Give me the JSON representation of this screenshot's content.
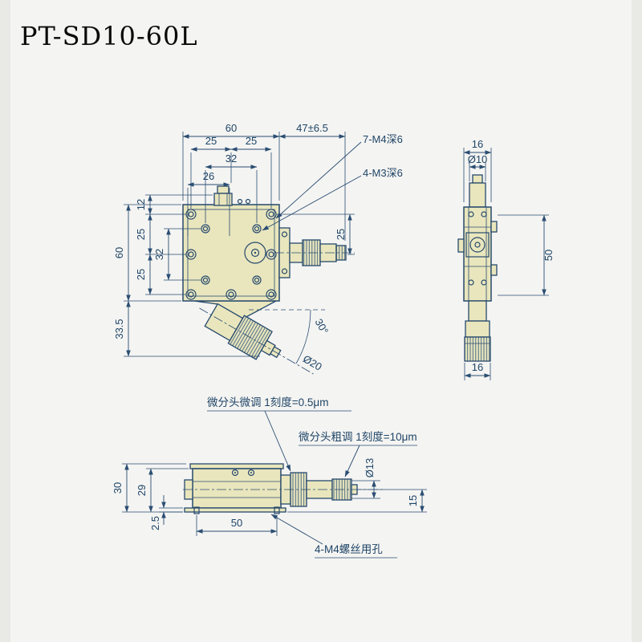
{
  "title": "PT-SD10-60L",
  "colors": {
    "line": "#26496d",
    "dimension": "#2a4d72",
    "body_fill": "#e9e6bd",
    "background": "#f4f4f2",
    "text": "#1e4467"
  },
  "front_view": {
    "dims": {
      "width_top": "60",
      "travel": "47±6.5",
      "hole_span_left": "25",
      "hole_span_right": "25",
      "hole_span_inner": "32",
      "offset_26": "26",
      "offset_12": "12",
      "row_span_top": "25",
      "row_span_inner": "32",
      "row_span_bottom": "25",
      "height_left": "60",
      "base_height": "33.5",
      "axis_offset": "25",
      "angle": "30°",
      "knob_diameter": "Ø20"
    },
    "labels": {
      "m4_holes": "7-M4深6",
      "m3_holes": "4-M3深6"
    }
  },
  "side_view": {
    "dims": {
      "width_top": "16",
      "stem_diameter": "Ø10",
      "height_span": "50",
      "width_bottom": "16"
    }
  },
  "bottom_view": {
    "dims": {
      "height_total": "30",
      "height_body": "29",
      "base_thickness": "2.5",
      "hole_span": "50",
      "axis_height": "15",
      "spindle_diameter": "Ø13"
    },
    "labels": {
      "fine_adjust": "微分头微调 1刻度=0.5μm",
      "coarse_adjust": "微分头粗调 1刻度=10μm",
      "mount_holes": "4-M4螺丝用孔"
    }
  }
}
